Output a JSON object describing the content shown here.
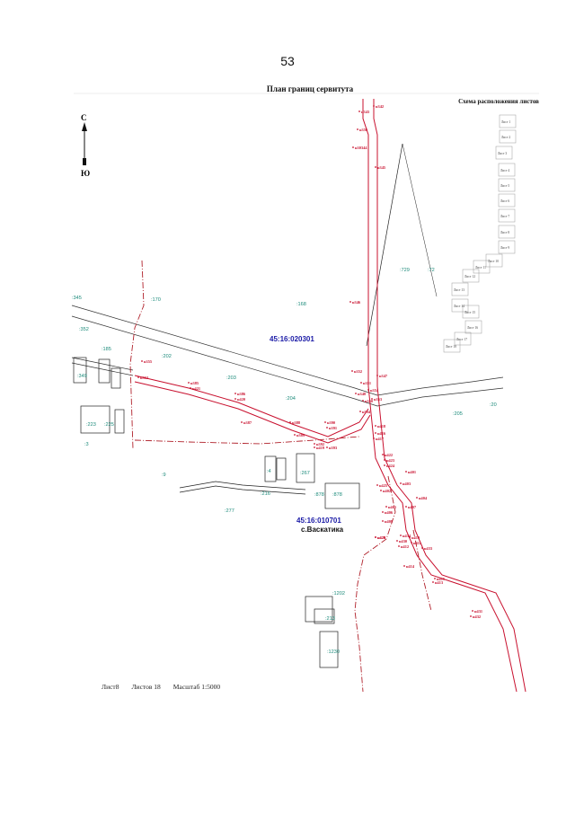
{
  "page_number": "53",
  "title": "План границ сервитута",
  "sheet_scheme": {
    "title": "Схема расположения листов",
    "sheets": [
      "Лист 1",
      "Лист 2",
      "Лист 3",
      "Лист 4",
      "Лист 5",
      "Лист 6",
      "Лист 7",
      "Лист 8",
      "Лист 9",
      "Лист 10",
      "Лист 11",
      "Лист 12",
      "Лист 13",
      "Лист 14",
      "Лист 15",
      "Лист 16",
      "Лист 17",
      "Лист 18"
    ]
  },
  "compass": {
    "north": "С",
    "south": "Ю"
  },
  "footer": {
    "sheet": "Лист8",
    "total": "Листов 18",
    "scale": "Масштаб  1:5000"
  },
  "blocks": {
    "north": "45:16:020301",
    "south": "45:16:010701"
  },
  "settlement": "с.Васкатика",
  "parcels": [
    ":345",
    ":352",
    ":170",
    ":168",
    ":729",
    ":72",
    ":185",
    ":202",
    ":203",
    ":204",
    ":205",
    ":20",
    ":349",
    ":223",
    ":225",
    ":3",
    ":9",
    ":4",
    ":267",
    ":878",
    ":878",
    ":277",
    ":216",
    ":1202",
    ":213",
    ":1230"
  ],
  "points": [
    "н342",
    "н343",
    "н356",
    "н30344",
    "н345",
    "н346",
    "н351",
    "н352",
    "н347",
    "н348",
    "н350",
    "н353",
    "н354",
    "н355",
    "н362",
    "н385",
    "н386",
    "н387",
    "н388",
    "н389",
    "н390",
    "н391",
    "н392",
    "н393",
    "н394",
    "н416",
    "н417",
    "н418",
    "н419",
    "н420",
    "н421",
    "н422",
    "н423",
    "н424",
    "н425",
    "н401",
    "н402",
    "н403",
    "н404",
    "н405",
    "н406",
    "н407",
    "н409",
    "н410",
    "н411",
    "н412",
    "н414",
    "н415",
    "н413",
    "н431",
    "н432",
    "н433",
    "н434",
    "н430",
    "н429",
    "н428"
  ]
}
